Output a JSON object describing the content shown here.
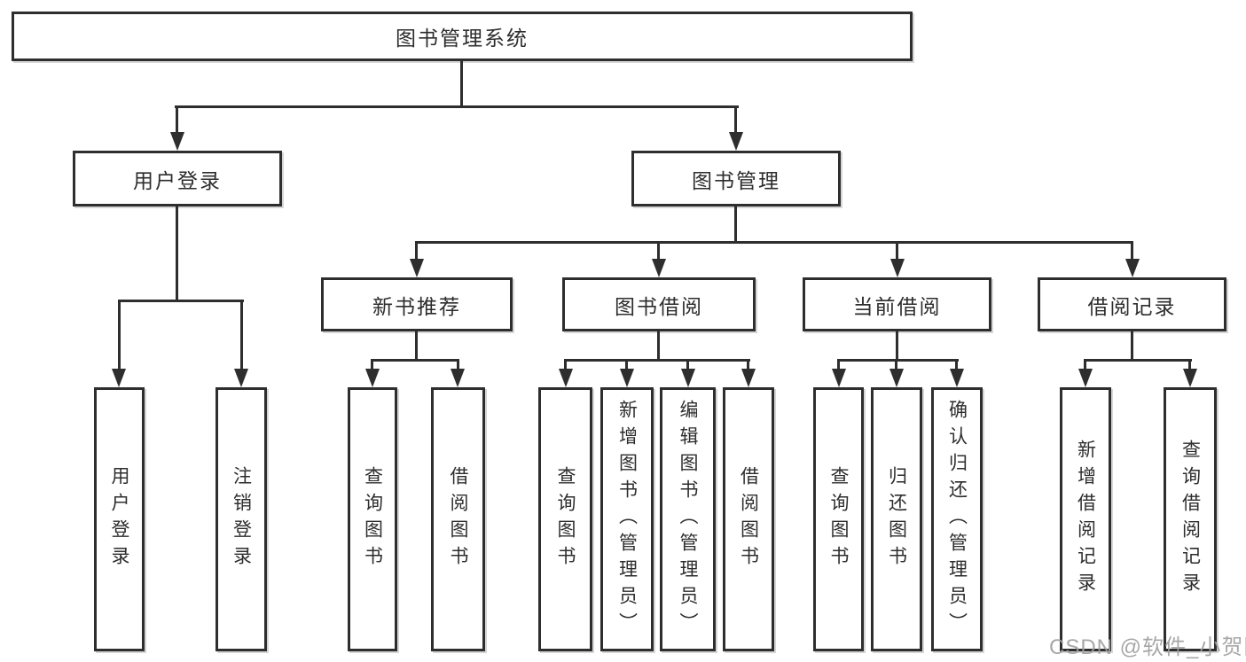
{
  "title": "图书管理系统",
  "watermark": "CSDN @软件_小贺同学",
  "colors": {
    "line": "#2e2e2e",
    "box_border": "#2e2e2e",
    "text": "#2d2d2d",
    "background": "#ffffff",
    "watermark": "#9e9e9e"
  },
  "tree": {
    "label": "图书管理系统",
    "children": [
      {
        "label": "用户登录",
        "children": [
          {
            "label": "用户登录"
          },
          {
            "label": "注销登录"
          }
        ]
      },
      {
        "label": "图书管理",
        "children": [
          {
            "label": "新书推荐",
            "children": [
              {
                "label": "查询图书"
              },
              {
                "label": "借阅图书"
              }
            ]
          },
          {
            "label": "图书借阅",
            "children": [
              {
                "label": "查询图书"
              },
              {
                "label": "新增图书（管理员）"
              },
              {
                "label": "编辑图书（管理员）"
              },
              {
                "label": "借阅图书"
              }
            ]
          },
          {
            "label": "当前借阅",
            "children": [
              {
                "label": "查询图书"
              },
              {
                "label": "归还图书"
              },
              {
                "label": "确认归还（管理员）"
              }
            ]
          },
          {
            "label": "借阅记录",
            "children": [
              {
                "label": "新增借阅记录"
              },
              {
                "label": "查询借阅记录"
              }
            ]
          }
        ]
      }
    ]
  }
}
